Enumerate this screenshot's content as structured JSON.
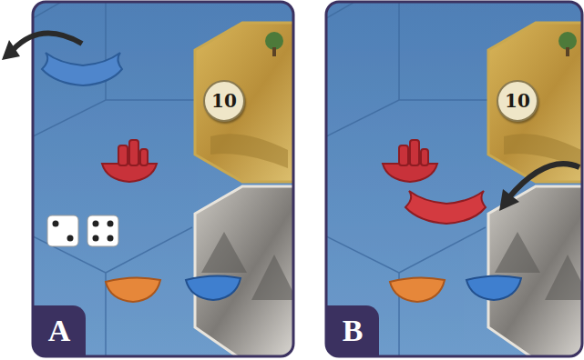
{
  "diagram": {
    "nodes": [
      {
        "text": [
          "10"
        ]
      },
      {
        "text": [
          "A"
        ]
      },
      {
        "text": [
          "10"
        ]
      },
      {
        "text": [
          "B"
        ]
      }
    ]
  }
}
